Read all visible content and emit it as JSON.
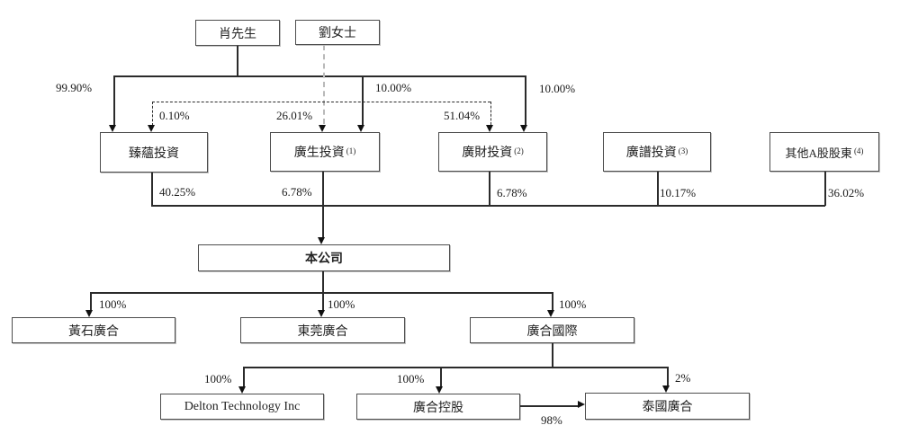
{
  "diagram_title": "shareholding-structure-chart",
  "nodes": {
    "mr_xiao": {
      "label": "肖先生"
    },
    "ms_liu": {
      "label": "劉女士"
    },
    "zhenyun": {
      "label": "臻蘊投資"
    },
    "guangsheng": {
      "label": "廣生投資",
      "footnote": "(1)"
    },
    "guangcai": {
      "label": "廣財投資",
      "footnote": "(2)"
    },
    "guangpu": {
      "label": "廣譜投資",
      "footnote": "(3)"
    },
    "other_a_share": {
      "label": "其他A股股東",
      "footnote": "(4)"
    },
    "company": {
      "label": "本公司"
    },
    "huangshi": {
      "label": "黃石廣合"
    },
    "dongguan": {
      "label": "東莞廣合"
    },
    "guanghe_intl": {
      "label": "廣合國際"
    },
    "delton": {
      "label": "Delton Technology Inc"
    },
    "guanghe_holding": {
      "label": "廣合控股"
    },
    "thai_guanghe": {
      "label": "泰國廣合"
    }
  },
  "ownership": {
    "xiao_to_zhenyun": "99.90%",
    "liu_to_zhenyun": "0.10%",
    "liu_to_guangsheng": "26.01%",
    "xiao_to_guangsheng": "10.00%",
    "liu_to_guangcai": "51.04%",
    "xiao_to_guangcai": "10.00%",
    "zhenyun_to_company": "40.25%",
    "guangsheng_to_company": "6.78%",
    "guangcai_to_company": "6.78%",
    "guangpu_to_company": "10.17%",
    "other_to_company": "36.02%",
    "company_to_huangshi": "100%",
    "company_to_dongguan": "100%",
    "company_to_intl": "100%",
    "intl_to_delton": "100%",
    "intl_to_holding": "100%",
    "intl_to_thai": "2%",
    "holding_to_thai": "98%"
  },
  "colors": {
    "line": "#2b2b2b",
    "liu_dashed_line": "#b9b9b9",
    "box_border": "#4d4d4d",
    "background": "#ffffff",
    "text": "#1a1a1a"
  }
}
